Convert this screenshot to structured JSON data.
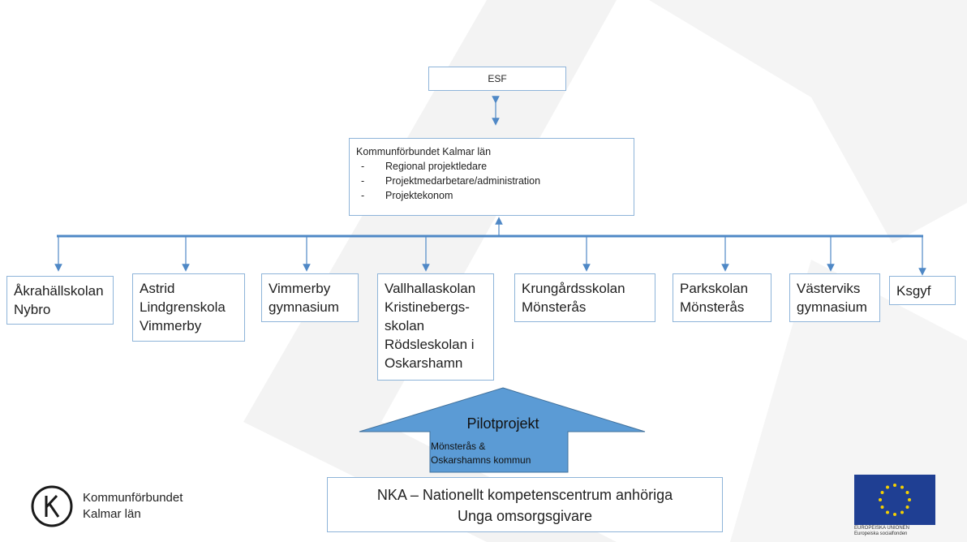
{
  "diagram": {
    "top": "ESF",
    "coordinator": {
      "name": "Kommunförbundet Kalmar län",
      "roles": [
        "Regional projektledare",
        "Projektmedarbetare/administration",
        "Projektekonom"
      ]
    },
    "units": [
      {
        "lines": [
          "Åkrahällskolan",
          "Nybro"
        ]
      },
      {
        "lines": [
          "Astrid",
          "Lindgrenskola",
          "Vimmerby"
        ]
      },
      {
        "lines": [
          "Vimmerby",
          "gymnasium"
        ]
      },
      {
        "lines": [
          "Vallhallaskolan",
          "Kristinebergs-",
          "skolan",
          "Rödsleskolan i",
          "Oskarshamn"
        ]
      },
      {
        "lines": [
          "Krungårdsskolan",
          "Mönsterås"
        ]
      },
      {
        "lines": [
          "Parkskolan",
          "Mönsterås"
        ]
      },
      {
        "lines": [
          "Västerviks",
          "gymnasium"
        ]
      },
      {
        "lines": [
          "Ksgyf"
        ]
      }
    ],
    "pilot": {
      "title": "Pilotprojekt",
      "subtitle_line1": "Mönsterås &",
      "subtitle_line2": "Oskarshamns kommun"
    },
    "support": {
      "line1": "NKA – Nationellt kompetenscentrum anhöriga",
      "line2": "Unga omsorgsgivare"
    }
  },
  "logos": {
    "kommunforbundet": {
      "line1": "Kommunförbundet",
      "line2": "Kalmar län"
    },
    "eu": {
      "line1": "EUROPEISKA UNIONEN",
      "line2": "Europeiska socialfonden"
    }
  },
  "colors": {
    "line": "#4f88c6",
    "arrow_fill": "#5b9bd5",
    "box_border": "#8eb4d9",
    "eu_blue": "#1f3f93",
    "eu_star": "#f5d000"
  }
}
